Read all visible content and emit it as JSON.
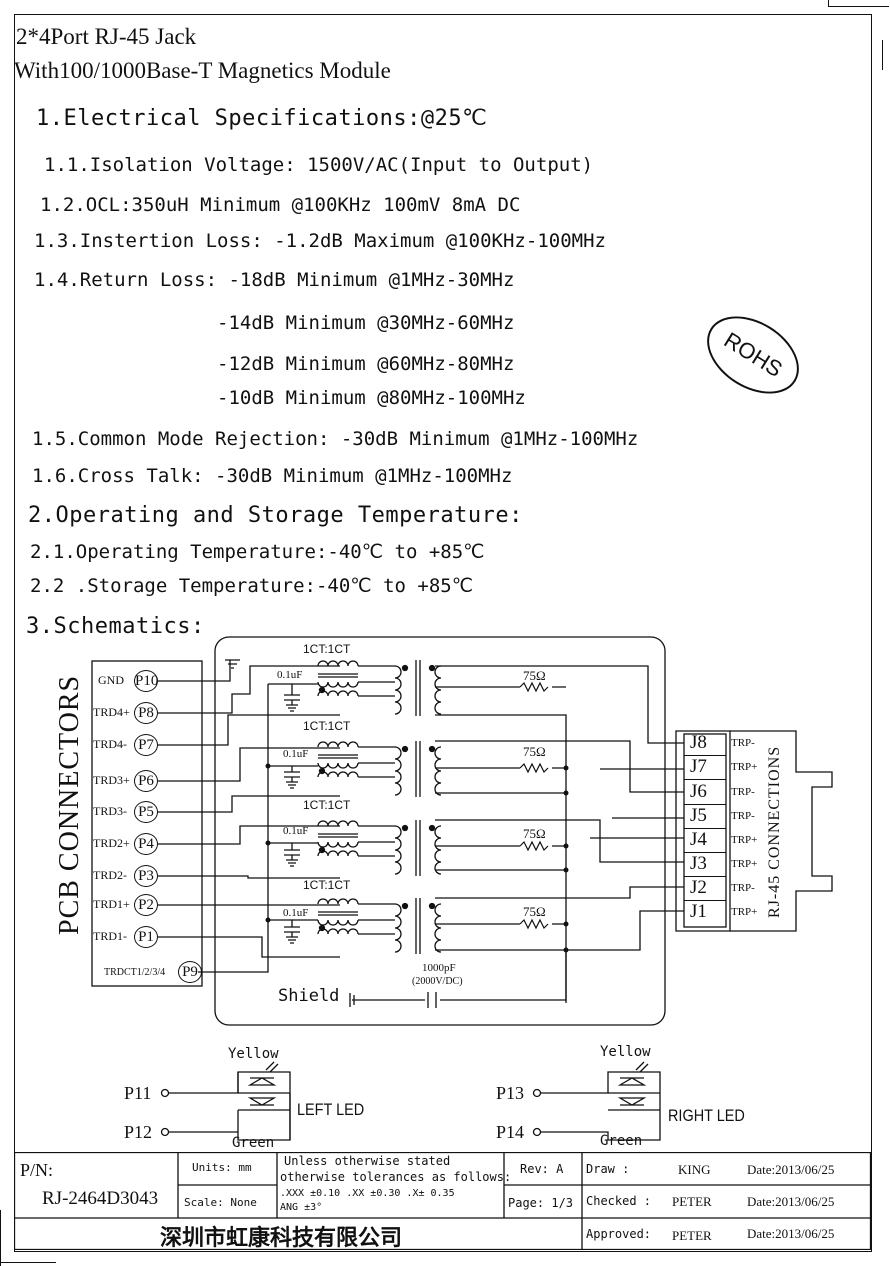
{
  "title": {
    "line1": "2*4Port RJ-45   Jack",
    "line2": "With100/1000Base-T Magnetics Module"
  },
  "sections": {
    "electrical": {
      "heading": "1.Electrical Specifications:@25℃",
      "items": [
        "1.1.Isolation Voltage: 1500V/AC(Input to Output)",
        "1.2.OCL:350uH Minimum @100KHz 100mV 8mA DC",
        "1.3.Instertion Loss: -1.2dB Maximum @100KHz-100MHz",
        "1.4.Return Loss: -18dB Minimum @1MHz-30MHz",
        "-14dB Minimum @30MHz-60MHz",
        "-12dB Minimum @60MHz-80MHz",
        "-10dB Minimum @80MHz-100MHz",
        "1.5.Common Mode Rejection: -30dB Minimum @1MHz-100MHz",
        "1.6.Cross Talk: -30dB Minimum @1MHz-100MHz"
      ]
    },
    "temperature": {
      "heading": "2.Operating and Storage Temperature:",
      "items": [
        "2.1.Operating Temperature:-40℃ to +85℃",
        "2.2 .Storage Temperature:-40℃ to +85℃"
      ]
    },
    "schematics": {
      "heading": "3.Schematics:"
    }
  },
  "rohs_stamp": "ROHS",
  "schematic": {
    "pcb_label": "PCB CONNECTORS",
    "rj45_label": "RJ-45 CONNECTIONS",
    "pcb_pins": [
      {
        "label": "GND",
        "pin": "P10"
      },
      {
        "label": "TRD4+",
        "pin": "P8"
      },
      {
        "label": "TRD4-",
        "pin": "P7"
      },
      {
        "label": "TRD3+",
        "pin": "P6"
      },
      {
        "label": "TRD3-",
        "pin": "P5"
      },
      {
        "label": "TRD2+",
        "pin": "P4"
      },
      {
        "label": "TRD2-",
        "pin": "P3"
      },
      {
        "label": "TRD1+",
        "pin": "P2"
      },
      {
        "label": "TRD1-",
        "pin": "P1"
      },
      {
        "label": "TRDCT1/2/3/4",
        "pin": "P9"
      }
    ],
    "rj45_pins": [
      {
        "pin": "J8",
        "label": "TRP-"
      },
      {
        "pin": "J7",
        "label": "TRP+"
      },
      {
        "pin": "J6",
        "label": "TRP-"
      },
      {
        "pin": "J5",
        "label": "TRP-"
      },
      {
        "pin": "J4",
        "label": "TRP+"
      },
      {
        "pin": "J3",
        "label": "TRP+"
      },
      {
        "pin": "J2",
        "label": "TRP-"
      },
      {
        "pin": "J1",
        "label": "TRP+"
      }
    ],
    "ratio_label": "1CT:1CT",
    "cap_label": "0.1uF",
    "res_label": "75Ω",
    "shield_label": "Shield",
    "shield_cap": "1000pF",
    "shield_cap_rating": "(2000V/DC)"
  },
  "leds": {
    "left": {
      "top_pin": "P11",
      "bottom_pin": "P12",
      "top_color": "Yellow",
      "bottom_color": "Green",
      "label": "LEFT LED"
    },
    "right": {
      "top_pin": "P13",
      "bottom_pin": "P14",
      "top_color": "Yellow",
      "bottom_color": "Green",
      "label": "RIGHT LED"
    }
  },
  "title_block": {
    "pn_label": "P/N:",
    "pn_value": "RJ-2464D3043",
    "company": "深圳市虹康科技有限公司",
    "units": "Units: mm",
    "scale": "Scale: None",
    "tolerance_1": "Unless otherwise stated",
    "tolerance_2": "otherwise tolerances as follows:",
    "tolerance_3": ".XXX ±0.10 .XX ±0.30 .X± 0.35",
    "tolerance_4": "ANG ±3°",
    "rev": "Rev: A",
    "page": "Page: 1/3",
    "draw_label": "Draw    :",
    "draw_name": "KING",
    "draw_date": "Date:2013/06/25",
    "checked_label": "Checked :",
    "checked_name": "PETER",
    "checked_date": "Date:2013/06/25",
    "approved_label": "Approved:",
    "approved_name": "PETER",
    "approved_date": "Date:2013/06/25"
  }
}
